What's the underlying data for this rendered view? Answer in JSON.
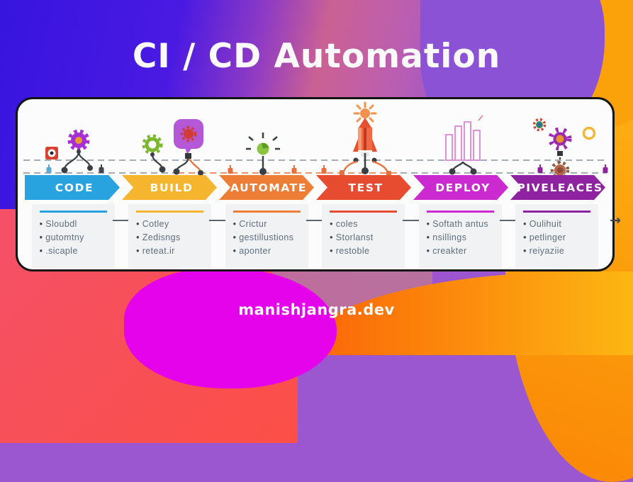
{
  "title": "CI / CD Automation",
  "footer": "manishjangra.dev",
  "pipeline": {
    "stages": [
      {
        "label": "CODE",
        "color": "#29a3e0",
        "items": [
          "Sloubdl",
          "gutomtny",
          ".sicaple"
        ]
      },
      {
        "label": "BUILD",
        "color": "#f6b52f",
        "items": [
          "Cotley",
          "Zedisngs",
          "reteat.ir"
        ]
      },
      {
        "label": "AUTOMATE",
        "color": "#ee7d35",
        "items": [
          "Crictur",
          "gestillustions",
          "aponter"
        ]
      },
      {
        "label": "TEST",
        "color": "#e74c30",
        "items": [
          "coles",
          "Storlanst",
          "restoble"
        ]
      },
      {
        "label": "DEPLOY",
        "color": "#cb2ad0",
        "items": [
          "Softath antus",
          "nsillings",
          "creakter"
        ]
      },
      {
        "label": "PIVELEACES",
        "color": "#8e22a0",
        "items": [
          "Oulihuit",
          "petlinger",
          "reiyaziie"
        ]
      }
    ],
    "end_arrow": "→",
    "track": {
      "dash_gray": "#8a929c",
      "dash_orange": "#e8703a"
    }
  },
  "icons": {
    "above_code": [
      "target-icon",
      "purple-gear-icon"
    ],
    "above_build": [
      "green-gear-icon",
      "chat-bubble-gear-icon"
    ],
    "above_automate": [
      "burst-icon"
    ],
    "above_test": [
      "rocket-icon"
    ],
    "above_deploy": [
      "bar-chart-icon"
    ],
    "above_piveleaces": [
      "mini-gear-icon",
      "spiky-gear-icon",
      "ring-icon",
      "brown-gear-icon"
    ]
  },
  "colors": {
    "card_bg": "#fcfcfc",
    "card_border": "#141414",
    "list_bg": "#f1f2f4",
    "list_text": "#5f6d7c",
    "title_color": "#fafafa",
    "bg_blue": "#3714df",
    "bg_pink": "#cb6193",
    "bg_purple": "#9a57d0",
    "bg_orange": "#fb8606",
    "bg_coral": "#f4506b",
    "bg_magenta": "#e403ea"
  }
}
